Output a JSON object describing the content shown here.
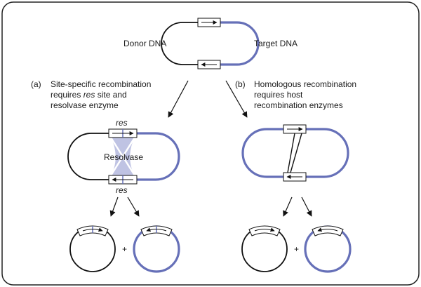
{
  "colors": {
    "donor": "#111111",
    "target": "#6670b8",
    "resolvase_fill": "#bfc3e3",
    "border": "#222222"
  },
  "labels": {
    "donor": "Donor DNA",
    "target": "Target DNA",
    "resolvase": "Resolvase",
    "res_top": "res",
    "res_bottom": "res",
    "plus_left": "+",
    "plus_right": "+"
  },
  "panel_a": {
    "letter": "(a)",
    "line1": "Site-specific recombination",
    "line2_italic": "res",
    "line2_rest": " site and",
    "line2_prefix": "requires ",
    "line3": "resolvase enzyme"
  },
  "panel_b": {
    "letter": "(b)",
    "line1": "Homologous recombination",
    "line2": "requires host",
    "line3": "recombination enzymes"
  },
  "icons": [
    "arrow-right-icon",
    "arrow-left-icon"
  ]
}
